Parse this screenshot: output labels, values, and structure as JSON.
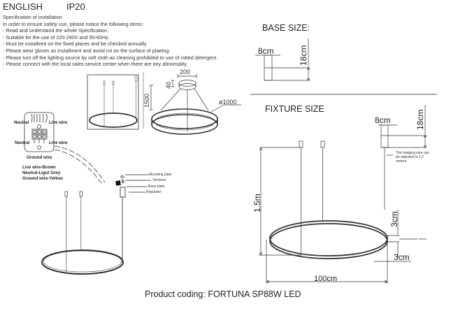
{
  "header": {
    "language": "ENGLISH",
    "ip_rating": "IP20"
  },
  "specification": {
    "title": "Specification of installation",
    "intro": "In order to ensure safety use, please notice the following items:",
    "items": [
      "- Read and understand the whole Specification.",
      "- Suitable for the use of 220-240V and 50-60Hz.",
      "- Must be installeed on the fixed places and be checked annually",
      "- Please wear gloves as installment and avoid rot on the surface of plaetng.",
      "- Please tum off the lighitng source by soft cloth as cleaning prohibited to use of rotted detergent.",
      "- Please connect with the local sales service center when there are any abnomality."
    ]
  },
  "wiring": {
    "neutral_top": "Neutral",
    "live_top": "Live wire",
    "neutral_bottom": "Neutral",
    "live_bottom": "Live wire",
    "ground": "Ground wire",
    "legend": [
      "Live wire-Brown",
      "Neutral-Ligut Grey",
      "Ground wire-Yellow"
    ]
  },
  "mount_parts": {
    "mounting_plate": "Mounting plate",
    "terminal": "Terminal",
    "base_plate": "Base plate",
    "regulator": "Regulator"
  },
  "product_drawing": {
    "width_top": "200",
    "canopy_height": "40",
    "drop": "1500",
    "diameter": "ø1000"
  },
  "base_size": {
    "title": "BASE SIZE:",
    "width": "8cm",
    "height": "18cm"
  },
  "fixture_size": {
    "title": "FIXTURE SIZE",
    "base_width": "8cm",
    "base_height": "18cm",
    "wire_note": [
      "The hanging wire can",
      "be adjusted to 1.2",
      "meters"
    ],
    "drop": "1.5m",
    "ring_height": "3cm",
    "ring_depth": "3cm",
    "ring_side_note": "100cm",
    "diameter": "100cm"
  },
  "footer": {
    "product_coding": "Product coding: FORTUNA SP88W LED"
  },
  "colors": {
    "line": "#333333",
    "ring": "#3a3a3a",
    "text": "#222222",
    "divider": "#777777"
  }
}
